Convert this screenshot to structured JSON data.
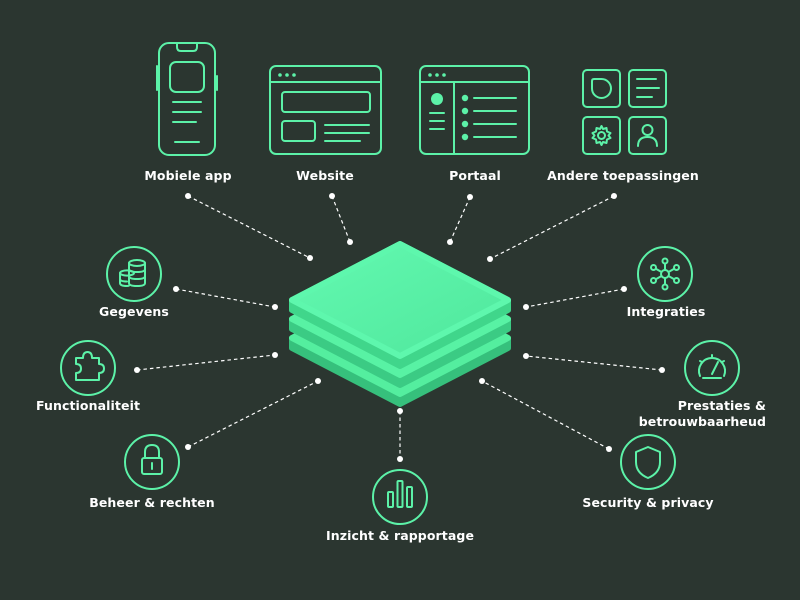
{
  "colors": {
    "background": "#2b3630",
    "accent": "#5cf2a8",
    "stack_top": "#5ef7ad",
    "stack_side": "#3fd58a",
    "connector": "#ffffff",
    "text": "#ffffff"
  },
  "center": {
    "name": "platform-stack-icon"
  },
  "channels": [
    {
      "id": "mobile",
      "label": "Mobiele app",
      "icon": "smartphone-icon"
    },
    {
      "id": "website",
      "label": "Website",
      "icon": "browser-window-icon"
    },
    {
      "id": "portal",
      "label": "Portaal",
      "icon": "portal-dashboard-icon"
    },
    {
      "id": "other",
      "label": "Andere toepassingen",
      "icon": "app-grid-icon"
    }
  ],
  "capabilities": [
    {
      "id": "data",
      "label": "Gegevens",
      "icon": "coins-database-icon"
    },
    {
      "id": "functionality",
      "label": "Functionaliteit",
      "icon": "puzzle-piece-icon"
    },
    {
      "id": "access",
      "label": "Beheer & rechten",
      "icon": "lock-icon"
    },
    {
      "id": "insights",
      "label": "Inzicht & rapportage",
      "icon": "bar-chart-icon"
    },
    {
      "id": "integrations",
      "label": "Integraties",
      "icon": "network-hub-icon"
    },
    {
      "id": "performance",
      "label_line1": "Prestaties &",
      "label_line2": "betrouwbaarheud",
      "icon": "speedometer-icon"
    },
    {
      "id": "security",
      "label": "Security & privacy",
      "icon": "shield-icon"
    }
  ]
}
